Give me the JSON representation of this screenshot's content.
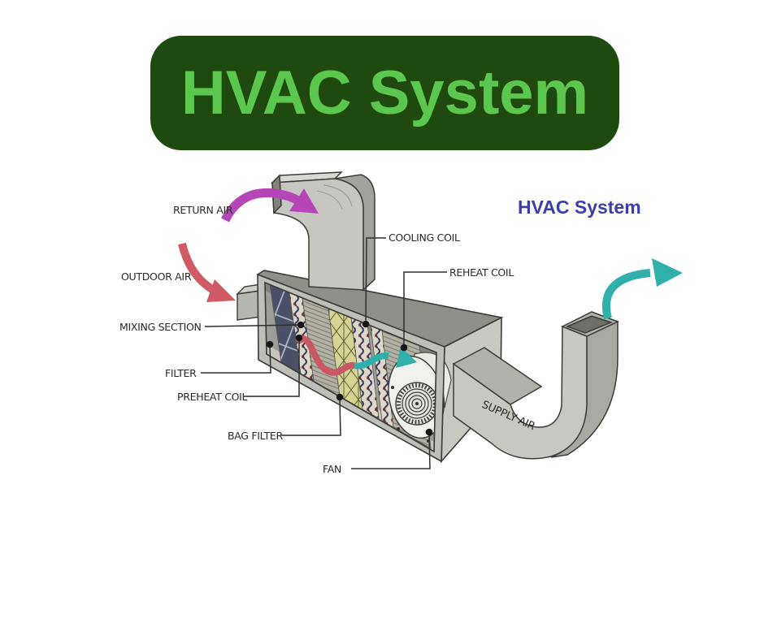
{
  "banner": {
    "title": "HVAC System",
    "bg_color": "#1f4a0e",
    "text_color": "#5cc74e"
  },
  "diagram": {
    "subtitle": "HVAC System",
    "subtitle_color": "#3c3cad",
    "labels": {
      "return_air": "RETURN AIR",
      "outdoor_air": "OUTDOOR AIR",
      "mixing_section": "MIXING SECTION",
      "filter": "FILTER",
      "preheat_coil": "PREHEAT COIL",
      "bag_filter": "BAG FILTER",
      "fan": "FAN",
      "cooling_coil": "COOLING COIL",
      "reheat_coil": "REHEAT COIL",
      "supply_air": "SUPPLY AIR"
    },
    "colors": {
      "return_arrow": "#b646b8",
      "outdoor_arrow": "#d05a66",
      "internal_warm_arrow": "#c95864",
      "supply_arrow": "#2fb0a8",
      "duct_grey": "#c8c8c3",
      "label_ink": "#2a2a27"
    }
  }
}
